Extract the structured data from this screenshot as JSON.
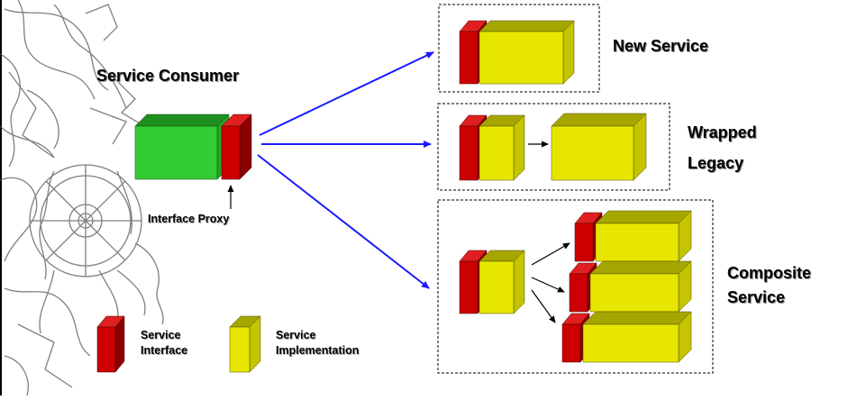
{
  "labels": {
    "service_consumer": "Service Consumer",
    "interface_proxy": "Interface Proxy",
    "new_service": "New Service",
    "wrapped_legacy_line1": "Wrapped",
    "wrapped_legacy_line2": "Legacy",
    "composite_service_line1": "Composite",
    "composite_service_line2": "Service"
  },
  "legend": {
    "interface_line1": "Service",
    "interface_line2": "Interface",
    "implementation_line1": "Service",
    "implementation_line2": "Implementation"
  },
  "colors": {
    "interface_front": "#cc0000",
    "interface_top": "#e02020",
    "interface_side": "#8a0000",
    "implementation_front": "#e6e600",
    "implementation_top": "#a6a600",
    "implementation_side": "#c4c400",
    "consumer_front": "#33cc33",
    "consumer_top": "#1f8f1f",
    "consumer_side": "#29a329",
    "arrow_blue": "#1a1aff",
    "arrow_black": "#000000",
    "background_art": "#555555"
  }
}
